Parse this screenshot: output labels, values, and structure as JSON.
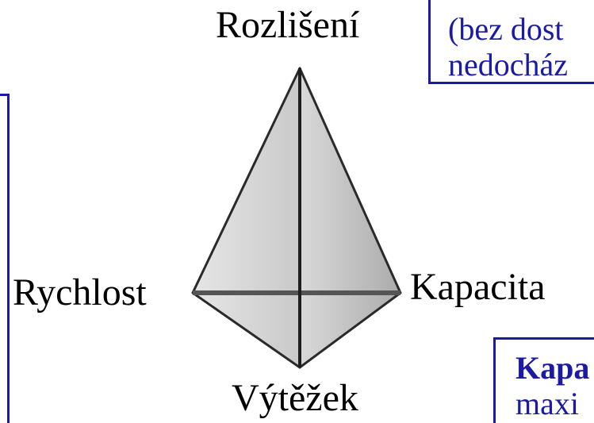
{
  "diagram": {
    "vertices": {
      "top": "Rozlišení",
      "left": "Rychlost",
      "right": "Kapacita",
      "bottom": "Výtěžek"
    }
  },
  "notes": {
    "top_right": {
      "line1": "(bez dost",
      "line2": "nedocház"
    },
    "bottom_right": {
      "line1": "Kapa",
      "line2": "maxi"
    }
  },
  "colors": {
    "box_border": "#1a1aa6",
    "note_text": "#1a1aa6",
    "shape_face_left": "#d6d6d6",
    "shape_face_right": "#c2c2c2",
    "shape_edge": "#2a2a2a"
  }
}
